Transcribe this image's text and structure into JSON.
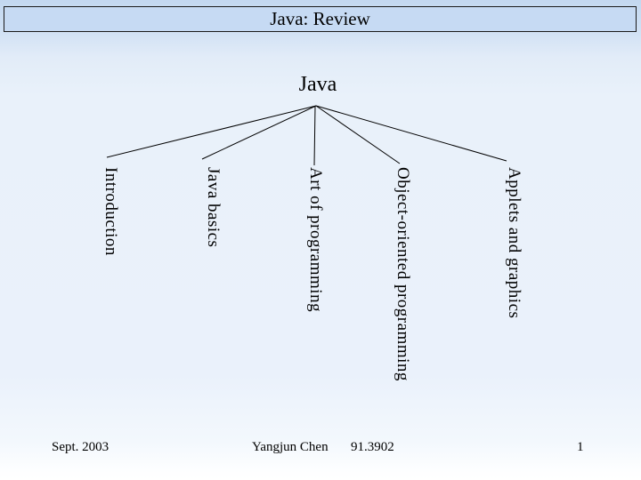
{
  "slide": {
    "title": "Java: Review",
    "footer": {
      "date": "Sept. 2003",
      "author": "Yangjun Chen",
      "course": "91.3902",
      "page": "1"
    }
  },
  "tree": {
    "root": "Java",
    "children": [
      "Introduction",
      "Java basics",
      "Art of programming",
      "Object-oriented programming",
      "Applets and graphics"
    ]
  },
  "colors": {
    "banner_fill": "#c6daf3",
    "banner_border": "#1a1a1a",
    "background_top": "#c3d8f0",
    "background_main": "#eaf1fb",
    "background_bottom": "#ffffff",
    "line": "#000000",
    "text": "#000000"
  }
}
